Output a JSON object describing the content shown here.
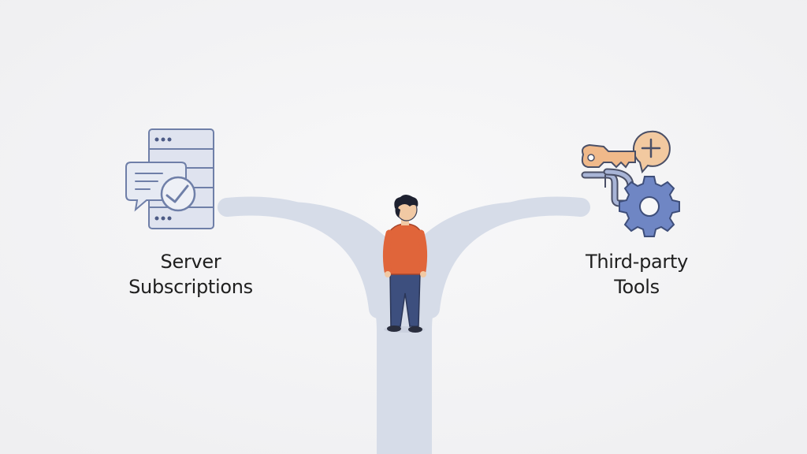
{
  "left_option": {
    "line1": "Server",
    "line2": "Subscriptions",
    "icon": "server-with-chat-icon"
  },
  "right_option": {
    "line1": "Third-party",
    "line2": "Tools",
    "icon": "key-pipe-gear-icon"
  },
  "colors": {
    "background": "#f7f7f8",
    "path": "#d6dce8",
    "icon_blue": "#6f86c4",
    "icon_orange": "#f0b98a",
    "shirt": "#e0653a",
    "pants": "#3d4f7e",
    "outline": "#3a3f55"
  }
}
